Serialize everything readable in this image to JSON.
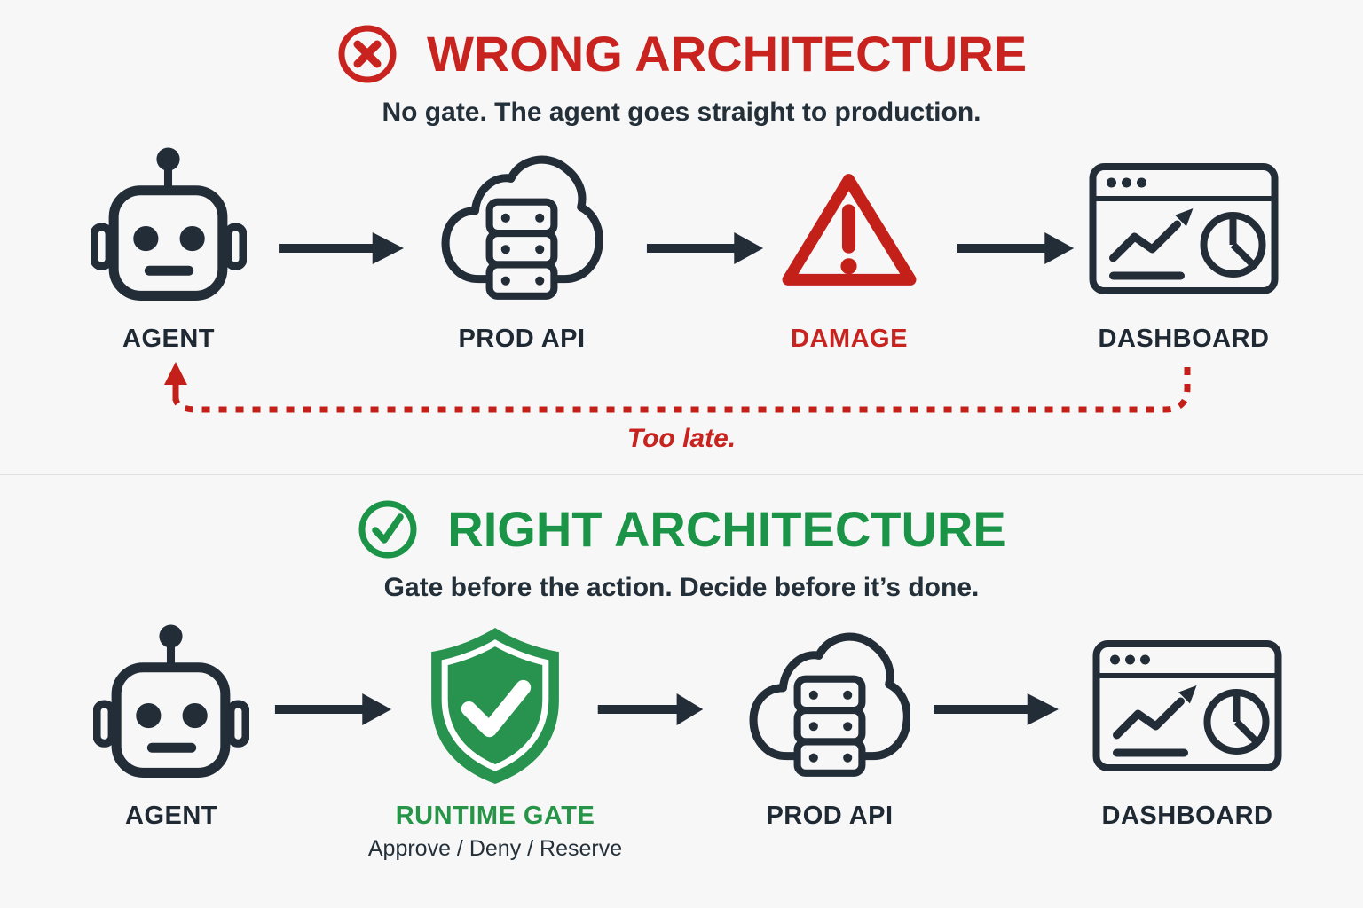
{
  "colors": {
    "red": "#c8231f",
    "green": "#1b9447",
    "shield_green": "#27934f",
    "dark": "#222d38",
    "background": "#f7f7f8"
  },
  "wrong_section": {
    "badge_icon": "x-circle-icon",
    "title": "WRONG ARCHITECTURE",
    "subtitle": "No gate. The agent goes straight to production.",
    "nodes": [
      {
        "icon": "robot-icon",
        "label": "AGENT"
      },
      {
        "icon": "cloud-server-icon",
        "label": "PROD API"
      },
      {
        "icon": "warning-triangle-icon",
        "label": "DAMAGE"
      },
      {
        "icon": "dashboard-window-icon",
        "label": "DASHBOARD"
      }
    ],
    "feedback_label": "Too late."
  },
  "right_section": {
    "badge_icon": "check-circle-icon",
    "title": "RIGHT ARCHITECTURE",
    "subtitle": "Gate before the action. Decide before it’s done.",
    "nodes": [
      {
        "icon": "robot-icon",
        "label": "AGENT"
      },
      {
        "icon": "shield-check-icon",
        "label": "RUNTIME GATE",
        "sublabel": "Approve / Deny / Reserve"
      },
      {
        "icon": "cloud-server-icon",
        "label": "PROD API"
      },
      {
        "icon": "dashboard-window-icon",
        "label": "DASHBOARD"
      }
    ]
  }
}
